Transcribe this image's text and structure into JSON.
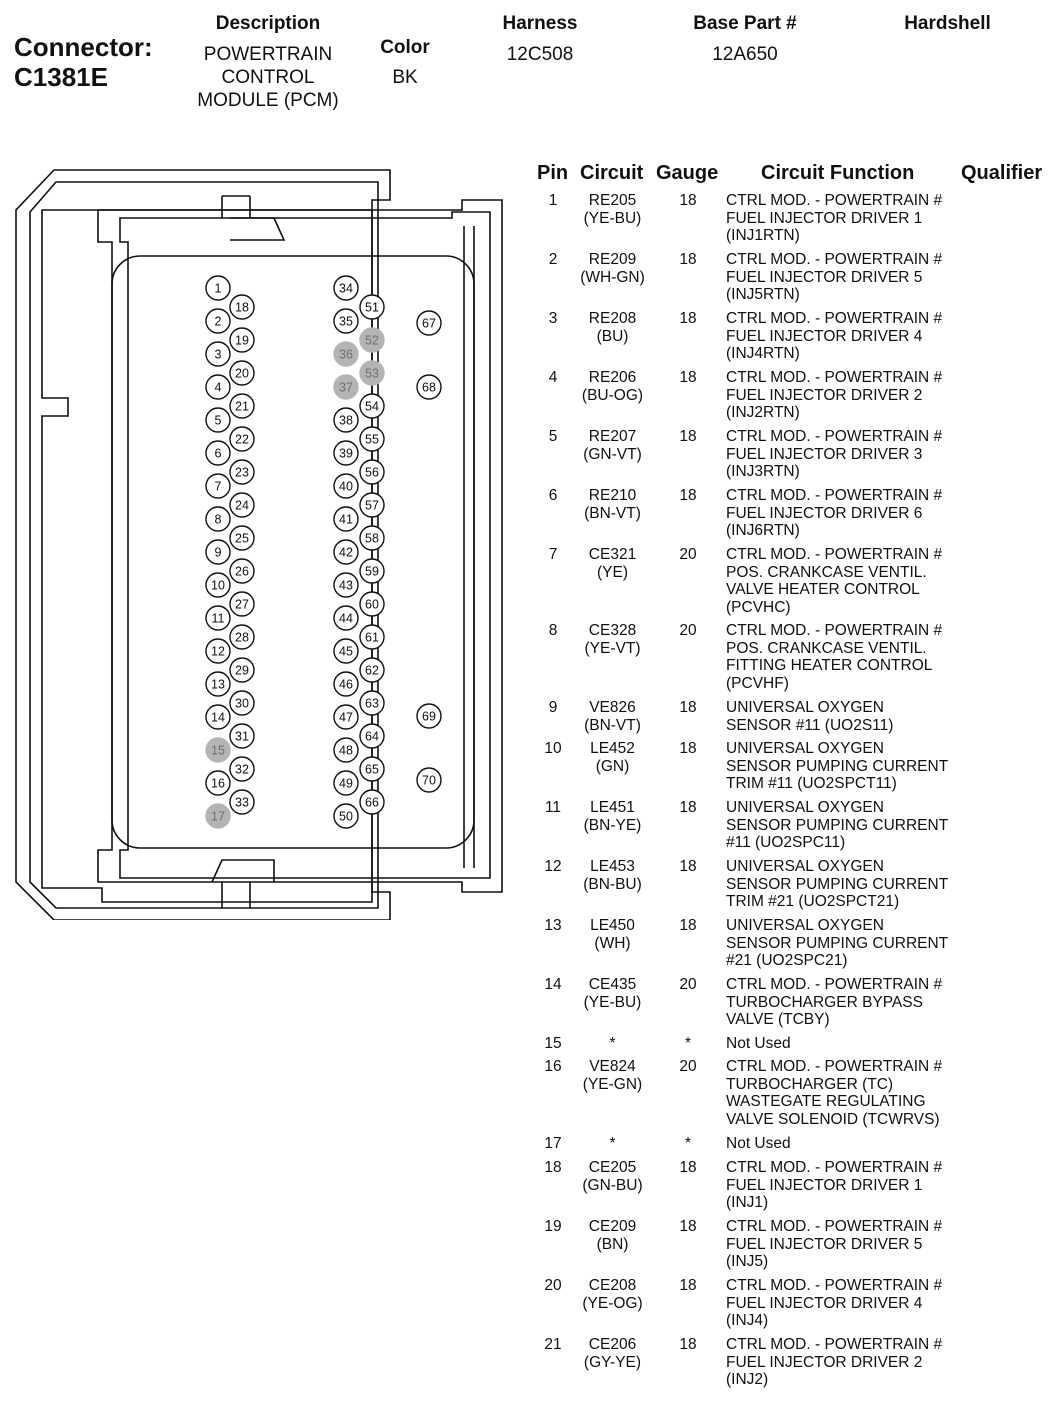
{
  "connector": {
    "label": "Connector:",
    "id": "C1381E"
  },
  "header": {
    "description_label": "Description",
    "description_lines": [
      "POWERTRAIN",
      "CONTROL",
      "MODULE (PCM)"
    ],
    "color_label": "Color",
    "color_value": "BK",
    "harness_label": "Harness",
    "harness_value": "12C508",
    "base_part_label": "Base Part #",
    "base_part_value": "12A650",
    "hardshell_label": "Hardshell"
  },
  "table": {
    "headers": {
      "pin": "Pin",
      "circuit": "Circuit",
      "gauge": "Gauge",
      "function": "Circuit Function",
      "qualifier": "Qualifier"
    },
    "rows": [
      {
        "pin": "1",
        "circuit": [
          "RE205",
          "(YE-BU)"
        ],
        "gauge": "18",
        "function": [
          "CTRL MOD. - POWERTRAIN #",
          "FUEL INJECTOR DRIVER 1",
          "(INJ1RTN)"
        ]
      },
      {
        "pin": "2",
        "circuit": [
          "RE209",
          "(WH-GN)"
        ],
        "gauge": "18",
        "function": [
          "CTRL MOD. - POWERTRAIN #",
          "FUEL INJECTOR DRIVER 5",
          "(INJ5RTN)"
        ]
      },
      {
        "pin": "3",
        "circuit": [
          "RE208",
          "(BU)"
        ],
        "gauge": "18",
        "function": [
          "CTRL MOD. - POWERTRAIN #",
          "FUEL INJECTOR DRIVER 4",
          "(INJ4RTN)"
        ]
      },
      {
        "pin": "4",
        "circuit": [
          "RE206",
          "(BU-OG)"
        ],
        "gauge": "18",
        "function": [
          "CTRL MOD. - POWERTRAIN #",
          "FUEL INJECTOR DRIVER 2",
          "(INJ2RTN)"
        ]
      },
      {
        "pin": "5",
        "circuit": [
          "RE207",
          "(GN-VT)"
        ],
        "gauge": "18",
        "function": [
          "CTRL MOD. - POWERTRAIN #",
          "FUEL INJECTOR DRIVER 3",
          "(INJ3RTN)"
        ]
      },
      {
        "pin": "6",
        "circuit": [
          "RE210",
          "(BN-VT)"
        ],
        "gauge": "18",
        "function": [
          "CTRL MOD. - POWERTRAIN #",
          "FUEL INJECTOR DRIVER 6",
          "(INJ6RTN)"
        ]
      },
      {
        "pin": "7",
        "circuit": [
          "CE321",
          "(YE)"
        ],
        "gauge": "20",
        "function": [
          "CTRL MOD. - POWERTRAIN #",
          "POS. CRANKCASE VENTIL.",
          "VALVE HEATER CONTROL",
          "(PCVHC)"
        ]
      },
      {
        "pin": "8",
        "circuit": [
          "CE328",
          "(YE-VT)"
        ],
        "gauge": "20",
        "function": [
          "CTRL MOD. - POWERTRAIN #",
          "POS. CRANKCASE VENTIL.",
          "FITTING HEATER CONTROL",
          "(PCVHF)"
        ]
      },
      {
        "pin": "9",
        "circuit": [
          "VE826",
          "(BN-VT)"
        ],
        "gauge": "18",
        "function": [
          "UNIVERSAL OXYGEN",
          "SENSOR #11 (UO2S11)"
        ]
      },
      {
        "pin": "10",
        "circuit": [
          "LE452",
          "(GN)"
        ],
        "gauge": "18",
        "function": [
          "UNIVERSAL OXYGEN",
          "SENSOR PUMPING CURRENT",
          "TRIM #11 (UO2SPCT11)"
        ]
      },
      {
        "pin": "11",
        "circuit": [
          "LE451",
          "(BN-YE)"
        ],
        "gauge": "18",
        "function": [
          "UNIVERSAL OXYGEN",
          "SENSOR PUMPING CURRENT",
          "#11 (UO2SPC11)"
        ]
      },
      {
        "pin": "12",
        "circuit": [
          "LE453",
          "(BN-BU)"
        ],
        "gauge": "18",
        "function": [
          "UNIVERSAL OXYGEN",
          "SENSOR PUMPING CURRENT",
          "TRIM #21 (UO2SPCT21)"
        ]
      },
      {
        "pin": "13",
        "circuit": [
          "LE450",
          "(WH)"
        ],
        "gauge": "18",
        "function": [
          "UNIVERSAL OXYGEN",
          "SENSOR PUMPING CURRENT",
          "#21 (UO2SPC21)"
        ]
      },
      {
        "pin": "14",
        "circuit": [
          "CE435",
          "(YE-BU)"
        ],
        "gauge": "20",
        "function": [
          "CTRL MOD. - POWERTRAIN #",
          "TURBOCHARGER BYPASS",
          "VALVE (TCBY)"
        ]
      },
      {
        "pin": "15",
        "circuit": [
          "*"
        ],
        "gauge": "*",
        "function": [
          "Not Used"
        ]
      },
      {
        "pin": "16",
        "circuit": [
          "VE824",
          "(YE-GN)"
        ],
        "gauge": "20",
        "function": [
          "CTRL MOD. - POWERTRAIN #",
          "TURBOCHARGER (TC)",
          "WASTEGATE REGULATING",
          "VALVE SOLENOID (TCWRVS)"
        ]
      },
      {
        "pin": "17",
        "circuit": [
          "*"
        ],
        "gauge": "*",
        "function": [
          "Not Used"
        ]
      },
      {
        "pin": "18",
        "circuit": [
          "CE205",
          "(GN-BU)"
        ],
        "gauge": "18",
        "function": [
          "CTRL MOD. - POWERTRAIN #",
          "FUEL INJECTOR DRIVER 1",
          "(INJ1)"
        ]
      },
      {
        "pin": "19",
        "circuit": [
          "CE209",
          "(BN)"
        ],
        "gauge": "18",
        "function": [
          "CTRL MOD. - POWERTRAIN #",
          "FUEL INJECTOR DRIVER 5",
          "(INJ5)"
        ]
      },
      {
        "pin": "20",
        "circuit": [
          "CE208",
          "(YE-OG)"
        ],
        "gauge": "18",
        "function": [
          "CTRL MOD. - POWERTRAIN #",
          "FUEL INJECTOR DRIVER 4",
          "(INJ4)"
        ]
      },
      {
        "pin": "21",
        "circuit": [
          "CE206",
          "(GY-YE)"
        ],
        "gauge": "18",
        "function": [
          "CTRL MOD. - POWERTRAIN #",
          "FUEL INJECTOR DRIVER 2",
          "(INJ2)"
        ]
      }
    ]
  },
  "diagram": {
    "pins": [
      "1",
      "2",
      "3",
      "4",
      "5",
      "6",
      "7",
      "8",
      "9",
      "10",
      "11",
      "12",
      "13",
      "14",
      "15",
      "16",
      "17",
      "18",
      "19",
      "20",
      "21",
      "22",
      "23",
      "24",
      "25",
      "26",
      "27",
      "28",
      "29",
      "30",
      "31",
      "32",
      "33",
      "34",
      "35",
      "36",
      "37",
      "38",
      "39",
      "40",
      "41",
      "42",
      "43",
      "44",
      "45",
      "46",
      "47",
      "48",
      "49",
      "50",
      "51",
      "52",
      "53",
      "54",
      "55",
      "56",
      "57",
      "58",
      "59",
      "60",
      "61",
      "62",
      "63",
      "64",
      "65",
      "66",
      "67",
      "68",
      "69",
      "70"
    ],
    "unused_pins": [
      "15",
      "17",
      "36",
      "37",
      "52",
      "53"
    ],
    "colors": {
      "unused_fill": "#b4b4b4",
      "unused_text": "#6e6e6e",
      "outline": "#111111"
    }
  }
}
